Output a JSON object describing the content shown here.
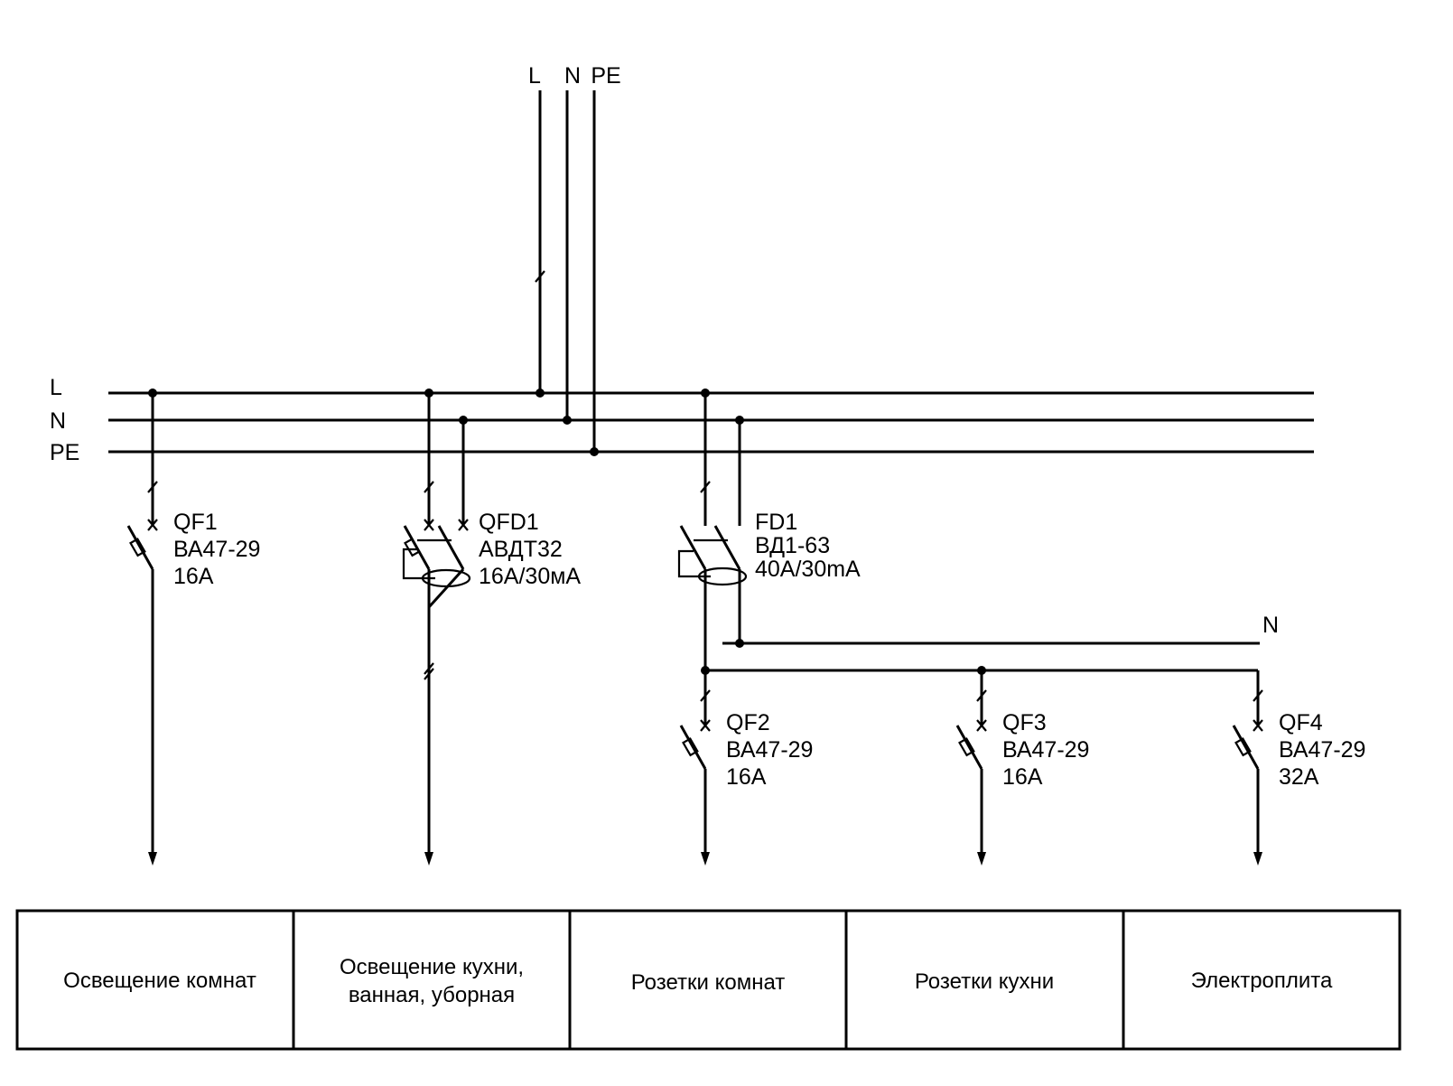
{
  "colors": {
    "line": "#000000",
    "background": "#ffffff"
  },
  "feed_labels": {
    "l": "L",
    "n": "N",
    "pe": "PE"
  },
  "bus_labels": {
    "l": "L",
    "n": "N",
    "pe": "PE"
  },
  "n_branch_label": "N",
  "devices": {
    "qf1": {
      "id": "QF1",
      "model": "ВА47-29",
      "rating": "16А"
    },
    "qfd1": {
      "id": "QFD1",
      "model": "АВДТ32",
      "rating": "16А/30мА"
    },
    "fd1": {
      "id": "FD1",
      "model": "ВД1-63",
      "rating": "40А/30mА"
    },
    "qf2": {
      "id": "QF2",
      "model": "ВА47-29",
      "rating": "16А"
    },
    "qf3": {
      "id": "QF3",
      "model": "ВА47-29",
      "rating": "16А"
    },
    "qf4": {
      "id": "QF4",
      "model": "ВА47-29",
      "rating": "32А"
    }
  },
  "loads": [
    {
      "lines": [
        "Освещение комнат"
      ]
    },
    {
      "lines": [
        "Освещение кухни,",
        "ванная, уборная"
      ]
    },
    {
      "lines": [
        "Розетки комнат"
      ]
    },
    {
      "lines": [
        "Розетки кухни"
      ]
    },
    {
      "lines": [
        "Электроплита"
      ]
    }
  ]
}
